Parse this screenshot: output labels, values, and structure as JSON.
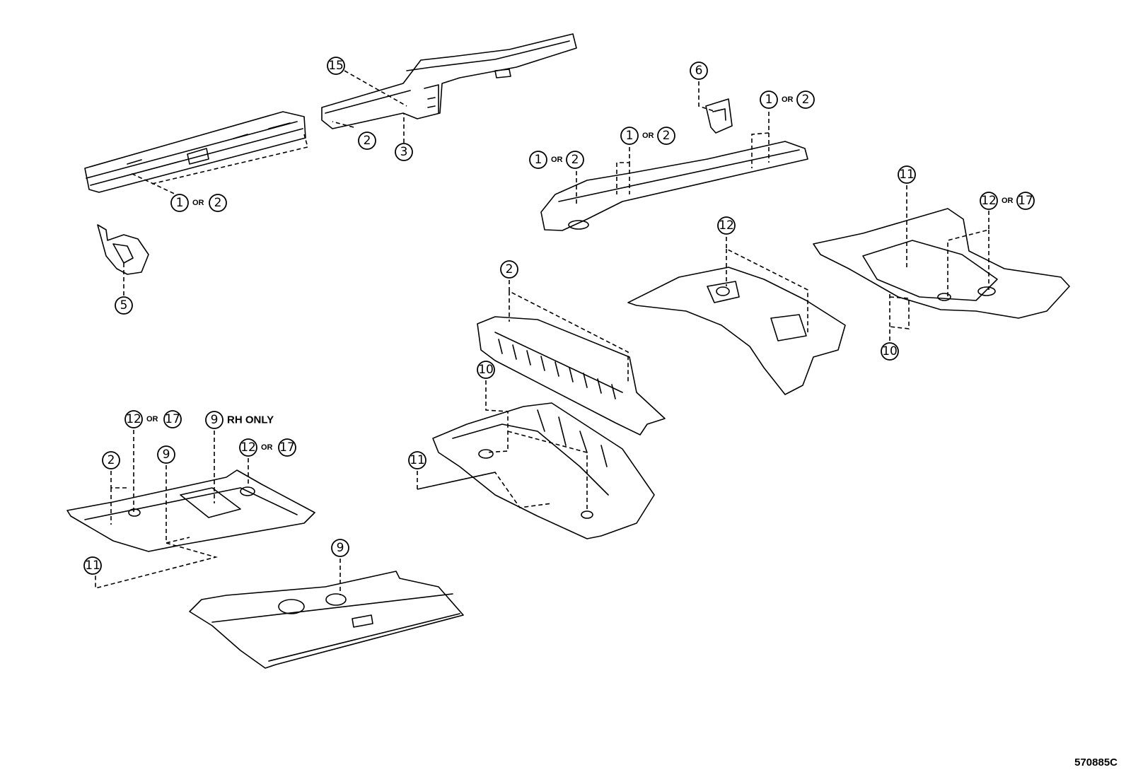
{
  "figure_code": "570885C",
  "callouts": [
    {
      "id": "c-15",
      "parts": [
        "15"
      ]
    },
    {
      "id": "c-2-top",
      "parts": [
        "2"
      ]
    },
    {
      "id": "c-3",
      "parts": [
        "3"
      ]
    },
    {
      "id": "c-1or2-left",
      "parts": [
        "1",
        "2"
      ],
      "joiner": "OR"
    },
    {
      "id": "c-5",
      "parts": [
        "5"
      ]
    },
    {
      "id": "c-6",
      "parts": [
        "6"
      ]
    },
    {
      "id": "c-1or2-right",
      "parts": [
        "1",
        "2"
      ],
      "joiner": "OR"
    },
    {
      "id": "c-1or2-mid",
      "parts": [
        "1",
        "2"
      ],
      "joiner": "OR"
    },
    {
      "id": "c-1or2-rail",
      "parts": [
        "1",
        "2"
      ],
      "joiner": "OR"
    },
    {
      "id": "c-11-rear",
      "parts": [
        "11"
      ]
    },
    {
      "id": "c-12or17-rear",
      "parts": [
        "12",
        "17"
      ],
      "joiner": "OR"
    },
    {
      "id": "c-12-center",
      "parts": [
        "12"
      ]
    },
    {
      "id": "c-10-rear",
      "parts": [
        "10"
      ]
    },
    {
      "id": "c-2-pan",
      "parts": [
        "2"
      ]
    },
    {
      "id": "c-10-mid",
      "parts": [
        "10"
      ]
    },
    {
      "id": "c-11-mid",
      "parts": [
        "11"
      ]
    },
    {
      "id": "c-12or17-front",
      "parts": [
        "12",
        "17"
      ],
      "joiner": "OR"
    },
    {
      "id": "c-9-rh",
      "parts": [
        "9"
      ],
      "note": "RH ONLY"
    },
    {
      "id": "c-12or17-front2",
      "parts": [
        "12",
        "17"
      ],
      "joiner": "OR"
    },
    {
      "id": "c-2-front",
      "parts": [
        "2"
      ]
    },
    {
      "id": "c-9-front",
      "parts": [
        "9"
      ]
    },
    {
      "id": "c-11-front",
      "parts": [
        "11"
      ]
    },
    {
      "id": "c-9-bottom",
      "parts": [
        "9"
      ]
    }
  ]
}
